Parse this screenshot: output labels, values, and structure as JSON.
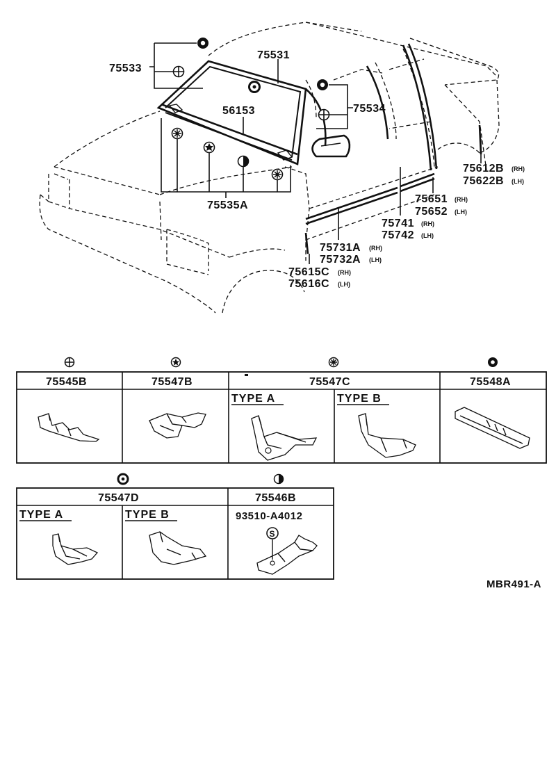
{
  "diagram": {
    "reference": "MBR491-A"
  },
  "callouts": [
    {
      "key": "c75533",
      "text": "75533"
    },
    {
      "key": "c75531",
      "text": "75531"
    },
    {
      "key": "c56153",
      "text": "56153"
    },
    {
      "key": "c75534",
      "text": "75534"
    },
    {
      "key": "c75535A",
      "text": "75535A"
    },
    {
      "key": "c75612B",
      "text": "75612B",
      "side": "(RH)"
    },
    {
      "key": "c75622B",
      "text": "75622B",
      "side": "(LH)"
    },
    {
      "key": "c75651",
      "text": "75651",
      "side": "(RH)"
    },
    {
      "key": "c75652",
      "text": "75652",
      "side": "(LH)"
    },
    {
      "key": "c75741",
      "text": "75741",
      "side": "(RH)"
    },
    {
      "key": "c75742",
      "text": "75742",
      "side": "(LH)"
    },
    {
      "key": "c75731A",
      "text": "75731A",
      "side": "(RH)"
    },
    {
      "key": "c75732A",
      "text": "75732A",
      "side": "(LH)"
    },
    {
      "key": "c75615C",
      "text": "75615C",
      "side": "(RH)"
    },
    {
      "key": "c75616C",
      "text": "75616C",
      "side": "(LH)"
    }
  ],
  "clip_table_1": [
    {
      "symbol": "plus-circle-icon",
      "part": "75545B"
    },
    {
      "symbol": "star-circle-icon",
      "part": "75547B"
    },
    {
      "symbol": "asterisk-circle-icon",
      "part": "75547C",
      "types": [
        "TYPE A",
        "TYPE B"
      ]
    },
    {
      "symbol": "solid-ring-icon",
      "part": "75548A"
    }
  ],
  "clip_table_2": [
    {
      "symbol": "double-ring-icon",
      "part": "75547D",
      "types": [
        "TYPE A",
        "TYPE B"
      ]
    },
    {
      "symbol": "half-circle-icon",
      "part": "75546B",
      "screw": "93510-A4012",
      "screw_symbol": "S"
    }
  ]
}
